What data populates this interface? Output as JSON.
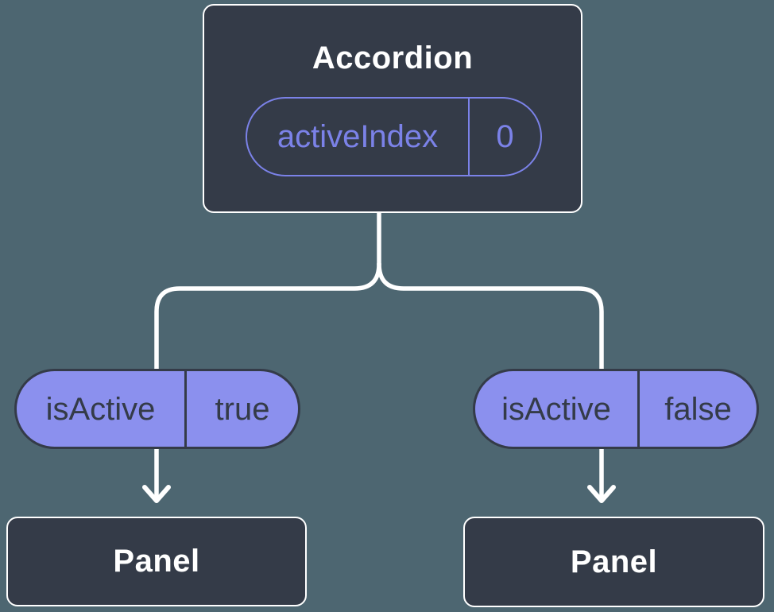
{
  "diagram_type": "component-tree",
  "colors": {
    "background": "#4D6671",
    "node_fill": "#343B48",
    "node_border": "#FFFFFF",
    "accent_purple": "#7B82E8",
    "state_pill_fill": "#8B90EE",
    "dark_text": "#343B48",
    "connector": "#FFFFFF"
  },
  "tree": {
    "root": {
      "label": "Accordion",
      "prop": {
        "name": "activeIndex",
        "value": "0"
      }
    },
    "branches": [
      {
        "state": {
          "name": "isActive",
          "value": "true"
        },
        "child": {
          "label": "Panel"
        }
      },
      {
        "state": {
          "name": "isActive",
          "value": "false"
        },
        "child": {
          "label": "Panel"
        }
      }
    ]
  }
}
